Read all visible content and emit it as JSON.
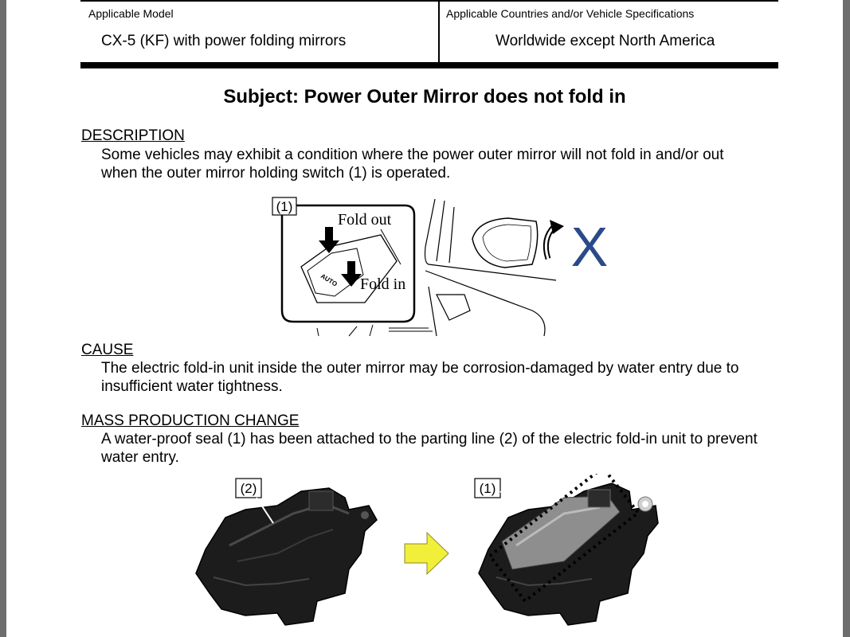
{
  "header": {
    "model_label": "Applicable Model",
    "model_value": "CX-5 (KF) with power folding mirrors",
    "countries_label": "Applicable Countries and/or Vehicle Specifications",
    "countries_value": "Worldwide except North America"
  },
  "subject": "Subject: Power Outer Mirror does not fold in",
  "description": {
    "heading": "DESCRIPTION",
    "lines": [
      "Some vehicles may exhibit a condition where the power outer mirror will not fold in and/or out",
      "when the outer mirror holding switch (1) is operated."
    ]
  },
  "switch_figure": {
    "callout": "(1)",
    "fold_out": "Fold out",
    "fold_in": "Fold in",
    "auto": "AUTO",
    "mark": "X",
    "mark_color": "#2a4a8a"
  },
  "cause": {
    "heading": "CAUSE",
    "lines": [
      "The electric fold-in unit inside the outer mirror may be corrosion-damaged by water entry due to",
      "insufficient water tightness."
    ]
  },
  "change": {
    "heading": "MASS PRODUCTION CHANGE",
    "lines": [
      "A water-proof seal (1) has been attached to the parting line (2) of the electric fold-in unit to prevent",
      "water entry."
    ]
  },
  "unit_figure": {
    "before_callout": "(2)",
    "after_callout": "(1)",
    "arrow_color": "#f2ef3a"
  }
}
